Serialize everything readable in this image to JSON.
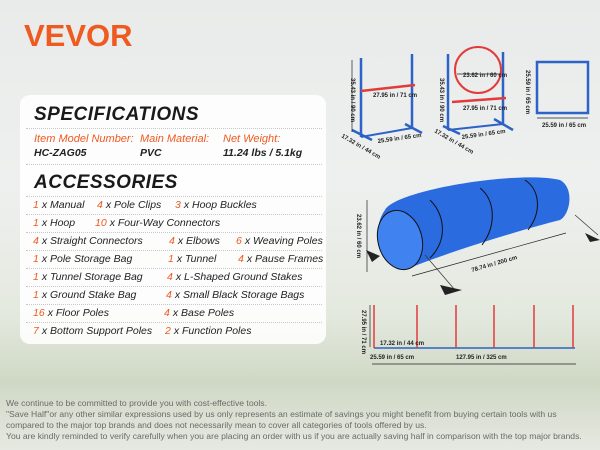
{
  "brand": "VEVOR",
  "specifications": {
    "title": "SPECIFICATIONS",
    "fields": [
      {
        "label": "Item Model Number:",
        "value": "HC-ZAG05"
      },
      {
        "label": "Main Material:",
        "value": "PVC"
      },
      {
        "label": "Net Weight:",
        "value": "11.24 lbs / 5.1kg"
      }
    ]
  },
  "accessories": {
    "title": "ACCESSORIES",
    "rows": [
      [
        {
          "n": "1",
          "t": "x Manual"
        },
        {
          "n": "4",
          "t": "x Pole Clips"
        },
        {
          "n": "3",
          "t": "x Hoop Buckles"
        }
      ],
      [
        {
          "n": "1",
          "t": "x Hoop"
        },
        {
          "n": "10",
          "t": "x Four-Way Connectors"
        }
      ],
      [
        {
          "n": "4",
          "t": "x Straight Connectors"
        },
        {
          "n": "4",
          "t": "x Elbows"
        },
        {
          "n": "6",
          "t": "x Weaving Poles"
        }
      ],
      [
        {
          "n": "1",
          "t": "x Pole Storage Bag"
        },
        {
          "n": "1",
          "t": "x Tunnel"
        },
        {
          "n": "4",
          "t": "x Pause Frames"
        }
      ],
      [
        {
          "n": "1",
          "t": "x Tunnel Storage Bag"
        },
        {
          "n": "4",
          "t": "x L-Shaped Ground Stakes"
        }
      ],
      [
        {
          "n": "1",
          "t": "x Ground Stake Bag"
        },
        {
          "n": "4",
          "t": "x Small Black Storage Bags"
        }
      ],
      [
        {
          "n": "16",
          "t": "x Floor Poles"
        },
        {
          "n": "4",
          "t": "x Base Poles"
        }
      ],
      [
        {
          "n": "7",
          "t": "x Bottom Support Poles"
        },
        {
          "n": "2",
          "t": "x Function Poles"
        }
      ]
    ]
  },
  "dimensions": {
    "jump_height": "35.43 in / 90 cm",
    "jump_bar": "27.95 in / 71 cm",
    "jump_width": "25.59 in / 65 cm",
    "jump_depth": "17.32 in / 44 cm",
    "hoop_height": "35.43 in / 90 cm",
    "hoop_diameter": "23.62 in / 60 cm",
    "hoop_bar": "27.95 in / 71 cm",
    "hoop_width": "25.59 in / 65 cm",
    "hoop_depth": "17.32 in / 44 cm",
    "frame_height": "25.59 in / 65 cm",
    "frame_width": "25.59 in / 65 cm",
    "tunnel_diameter": "23.62 in / 60 cm",
    "tunnel_length": "78.74 in / 200 cm",
    "weave_height": "27.95 in / 71 cm",
    "weave_spacing": "17.32 in / 44 cm",
    "weave_base": "25.59 in / 65 cm",
    "weave_length": "127.95 in / 325 cm"
  },
  "footer": [
    "We continue to be committed to provide you with cost-effective tools.",
    "\"Save Half\"or any other similar expressions used by us only represents an estimate of savings you might benefit from buying certain tools with us",
    "compared to the major top brands and does not necessarily mean to cover all categories of tools offered by us.",
    "You are kindly reminded to verify carefully when you are placing an order with us if you are actually saving half in comparison with the top major brands."
  ]
}
